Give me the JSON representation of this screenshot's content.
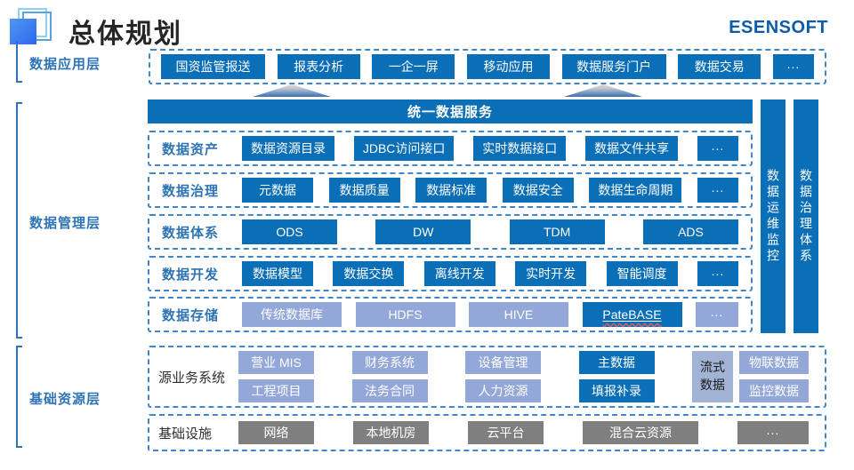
{
  "header": {
    "title": "总体规划",
    "brand": "ESENSOFT"
  },
  "colors": {
    "primary_blue": "#0b6fb7",
    "light_chip_blue": "#93a8d8",
    "stream_chip_blue": "#a2b3d6",
    "gray_chip": "#7f7f7f",
    "label_blue": "#2e74b5",
    "dashed_border_blue": "#4385c9",
    "brand_blue": "#0c5cab"
  },
  "app_layer": {
    "label": "数据应用层",
    "items": [
      {
        "t": "国资监管报送",
        "s": "dark"
      },
      {
        "t": "报表分析",
        "s": "dark"
      },
      {
        "t": "一企一屏",
        "s": "dark"
      },
      {
        "t": "移动应用",
        "s": "dark"
      },
      {
        "t": "数据服务门户",
        "s": "dark"
      },
      {
        "t": "数据交易",
        "s": "dark"
      },
      {
        "t": "...",
        "s": "dark dots"
      }
    ]
  },
  "mgmt_layer": {
    "label": "数据管理层",
    "service_bar": "统一数据服务",
    "side_bars": [
      "数据运维监控",
      "数据治理体系"
    ],
    "rows": [
      {
        "label": "数据资产",
        "chips": [
          {
            "t": "数据资源目录",
            "s": "dark"
          },
          {
            "t": "JDBC访问接口",
            "s": "dark"
          },
          {
            "t": "实时数据接口",
            "s": "dark"
          },
          {
            "t": "数据文件共享",
            "s": "dark"
          },
          {
            "t": "...",
            "s": "dark dots"
          }
        ]
      },
      {
        "label": "数据治理",
        "chips": [
          {
            "t": "元数据",
            "s": "dark"
          },
          {
            "t": "数据质量",
            "s": "dark"
          },
          {
            "t": "数据标准",
            "s": "dark"
          },
          {
            "t": "数据安全",
            "s": "dark"
          },
          {
            "t": "数据生命周期",
            "s": "dark"
          },
          {
            "t": "...",
            "s": "dark dots"
          }
        ]
      },
      {
        "label": "数据体系",
        "chips": [
          {
            "t": "ODS",
            "s": "dark"
          },
          {
            "t": "DW",
            "s": "dark"
          },
          {
            "t": "TDM",
            "s": "dark"
          },
          {
            "t": "ADS",
            "s": "dark"
          }
        ]
      },
      {
        "label": "数据开发",
        "chips": [
          {
            "t": "数据模型",
            "s": "dark"
          },
          {
            "t": "数据交换",
            "s": "dark"
          },
          {
            "t": "离线开发",
            "s": "dark"
          },
          {
            "t": "实时开发",
            "s": "dark"
          },
          {
            "t": "智能调度",
            "s": "dark"
          },
          {
            "t": "...",
            "s": "dark dots"
          }
        ]
      },
      {
        "label": "数据存储",
        "chips": [
          {
            "t": "传统数据库",
            "s": "light"
          },
          {
            "t": "HDFS",
            "s": "light"
          },
          {
            "t": "HIVE",
            "s": "light"
          },
          {
            "t": "PateBASE",
            "s": "dark underline"
          },
          {
            "t": "...",
            "s": "light dots"
          }
        ]
      }
    ]
  },
  "base_layer": {
    "label": "基础资源层",
    "source_row": {
      "label": "源业务系统",
      "columns": [
        [
          {
            "t": "营业 MIS",
            "s": "light"
          },
          {
            "t": "工程项目",
            "s": "light"
          }
        ],
        [
          {
            "t": "财务系统",
            "s": "light"
          },
          {
            "t": "法务合同",
            "s": "light"
          }
        ],
        [
          {
            "t": "设备管理",
            "s": "light"
          },
          {
            "t": "人力资源",
            "s": "light"
          }
        ],
        [
          {
            "t": "主数据",
            "s": "dark"
          },
          {
            "t": "填报补录",
            "s": "dark"
          }
        ]
      ],
      "stream_chip": {
        "t": "流式数据",
        "s": "stream"
      },
      "last_column": [
        {
          "t": "物联数据",
          "s": "light"
        },
        {
          "t": "监控数据",
          "s": "light"
        }
      ]
    },
    "infra_row": {
      "label": "基础设施",
      "chips": [
        {
          "t": "网络",
          "s": "gray"
        },
        {
          "t": "本地机房",
          "s": "gray"
        },
        {
          "t": "云平台",
          "s": "gray"
        },
        {
          "t": "混合云资源",
          "s": "gray"
        },
        {
          "t": "...",
          "s": "gray dots"
        }
      ]
    }
  }
}
